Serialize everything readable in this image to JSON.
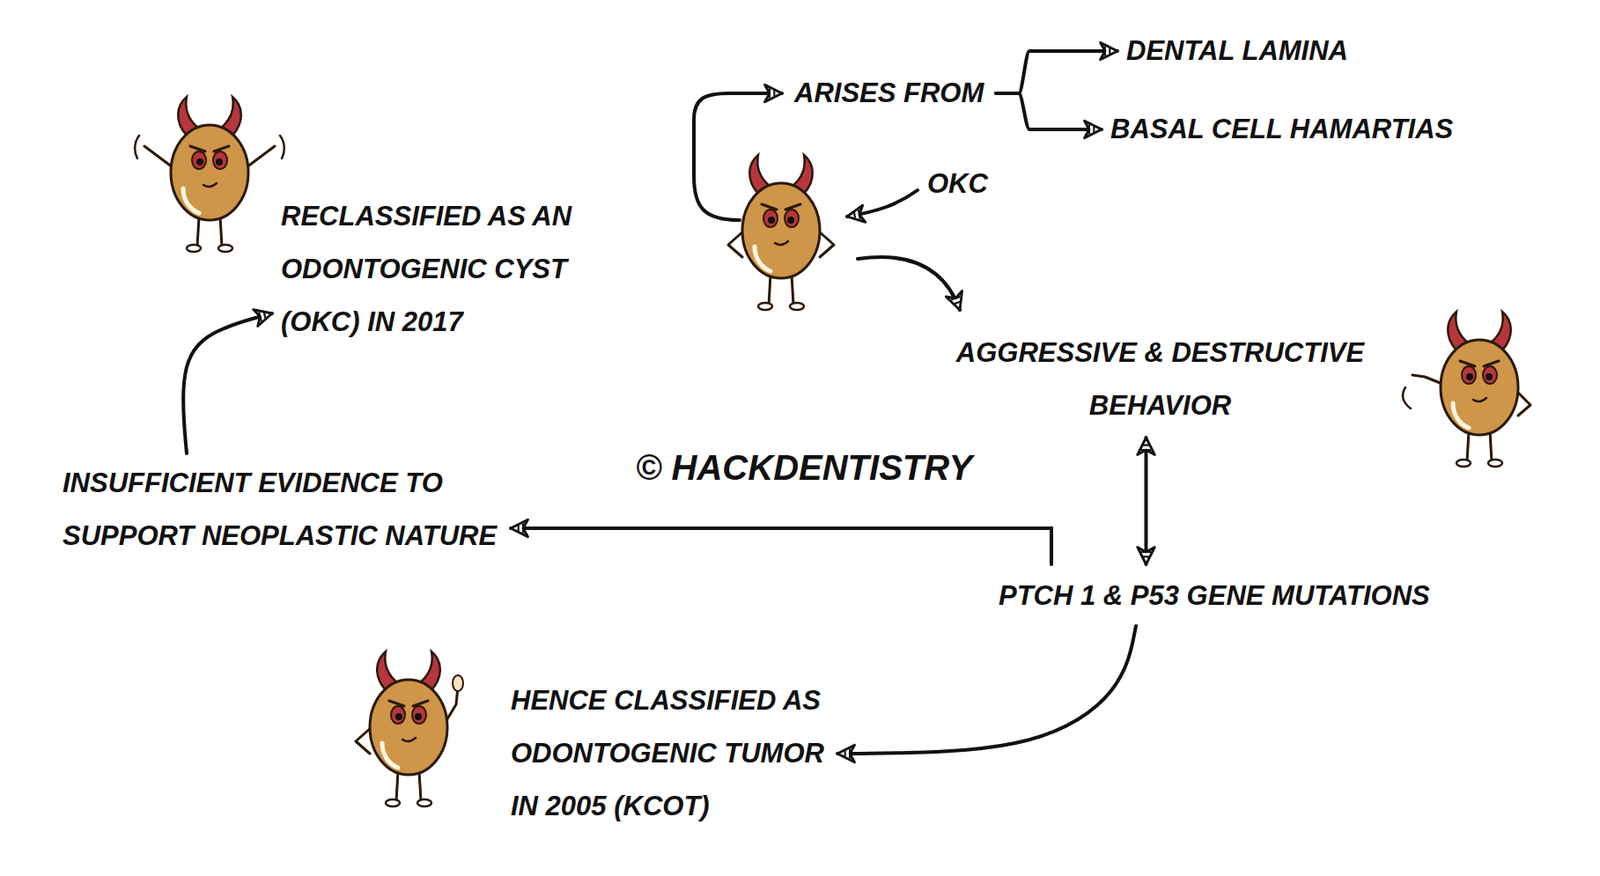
{
  "diagram": {
    "nodes": [
      {
        "text": [
          "ARISES FROM"
        ]
      },
      {
        "text": [
          "DENTAL LAMINA"
        ]
      },
      {
        "text": [
          "BASAL CELL HAMARTIAS"
        ]
      },
      {
        "text": [
          "OKC"
        ]
      },
      {
        "text": [
          "AGGRESSIVE & DESTRUCTIVE BEHAVIOR"
        ]
      },
      {
        "text": [
          "PTCH 1 & P53 GENE MUTATIONS"
        ]
      },
      {
        "text": [
          "HENCE CLASSIFIED AS ODONTOGENIC TUMOR IN 2005 (KCOT)"
        ]
      },
      {
        "text": [
          "INSUFFICIENT EVIDENCE TO SUPPORT NEOPLASTIC NATURE"
        ]
      },
      {
        "text": [
          "RECLASSIFIED AS AN ODONTOGENIC CYST (OKC) IN 2017"
        ]
      }
    ],
    "edges": [
      {
        "from": 0,
        "to": 1,
        "arrow": "to"
      },
      {
        "from": 0,
        "to": 2,
        "arrow": "to"
      },
      {
        "from": 4,
        "to": 5,
        "arrow": "both"
      },
      {
        "from": 5,
        "to": 6,
        "arrow": "to"
      },
      {
        "from": 5,
        "to": 7,
        "arrow": "to"
      },
      {
        "from": 7,
        "to": 8,
        "arrow": "to"
      }
    ],
    "labels": [
      "© HACKDENTISTRY"
    ]
  }
}
